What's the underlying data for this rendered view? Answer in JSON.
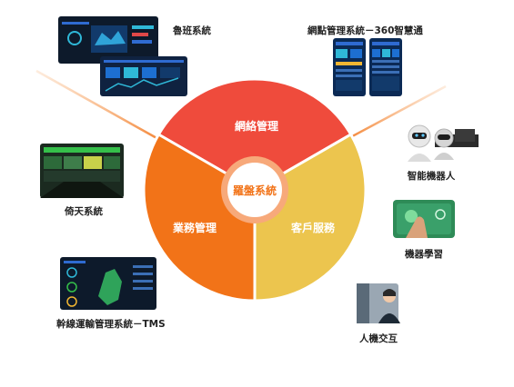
{
  "center": {
    "title": "羅盤系統",
    "segments": [
      {
        "label": "網絡管理",
        "color": "#ef4b3c"
      },
      {
        "label": "客戶服務",
        "color": "#ecc54e"
      },
      {
        "label": "業務管理",
        "color": "#f27318"
      }
    ],
    "ring_color": "#f7a97a"
  },
  "modules": [
    {
      "label": "魯班系統"
    },
    {
      "label": "網點管理系統－360智慧通"
    },
    {
      "label": "智能機器人"
    },
    {
      "label": "機器學習"
    },
    {
      "label": "人機交互"
    },
    {
      "label": "倚天系統"
    },
    {
      "label": "幹線運輸管理系統－TMS"
    }
  ],
  "icons": {
    "robot": "robot-icon",
    "hand": "hand-touch-icon",
    "person": "person-icon"
  }
}
